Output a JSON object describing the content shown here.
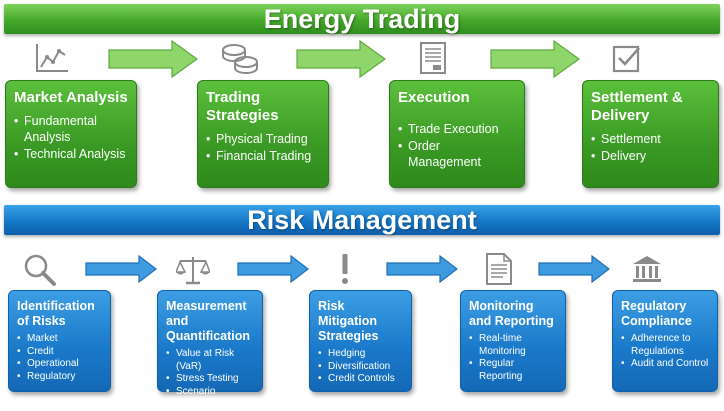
{
  "trading": {
    "title": "Energy Trading",
    "stages": [
      {
        "title": "Market Analysis",
        "icon": "line-chart-icon",
        "items": [
          "Fundamental Analysis",
          "Technical Analysis"
        ]
      },
      {
        "title": "Trading Strategies",
        "icon": "coins-icon",
        "items": [
          "Physical Trading",
          "Financial Trading"
        ]
      },
      {
        "title": "Execution",
        "icon": "contract-document-icon",
        "items": [
          "Trade Execution",
          "Order Management"
        ]
      },
      {
        "title": "Settlement & Delivery",
        "icon": "checkbox-icon",
        "items": [
          "Settlement",
          "Delivery"
        ]
      }
    ]
  },
  "risk": {
    "title": "Risk Management",
    "stages": [
      {
        "title": "Identification of Risks",
        "icon": "magnifier-icon",
        "items": [
          "Market",
          "Credit",
          "Operational",
          "Regulatory"
        ]
      },
      {
        "title": "Measurement and Quantification",
        "icon": "scales-icon",
        "items": [
          "Value at Risk (VaR)",
          "Stress Testing",
          "Scenario Analysis"
        ]
      },
      {
        "title": "Risk Mitigation Strategies",
        "icon": "exclamation-icon",
        "items": [
          "Hedging",
          "Diversification",
          "Credit Controls"
        ]
      },
      {
        "title": "Monitoring and Reporting",
        "icon": "report-document-icon",
        "items": [
          "Real-time Monitoring",
          "Regular Reporting"
        ]
      },
      {
        "title": "Regulatory Compliance",
        "icon": "bank-building-icon",
        "items": [
          "Adherence to Regulations",
          "Audit and Control"
        ]
      }
    ]
  },
  "colors": {
    "trading_green": "#3a9a24",
    "arrow_green": "#8ed56a",
    "risk_blue": "#1a78c9",
    "arrow_blue": "#3f9be0",
    "icon_gray": "#8a8a8a"
  }
}
